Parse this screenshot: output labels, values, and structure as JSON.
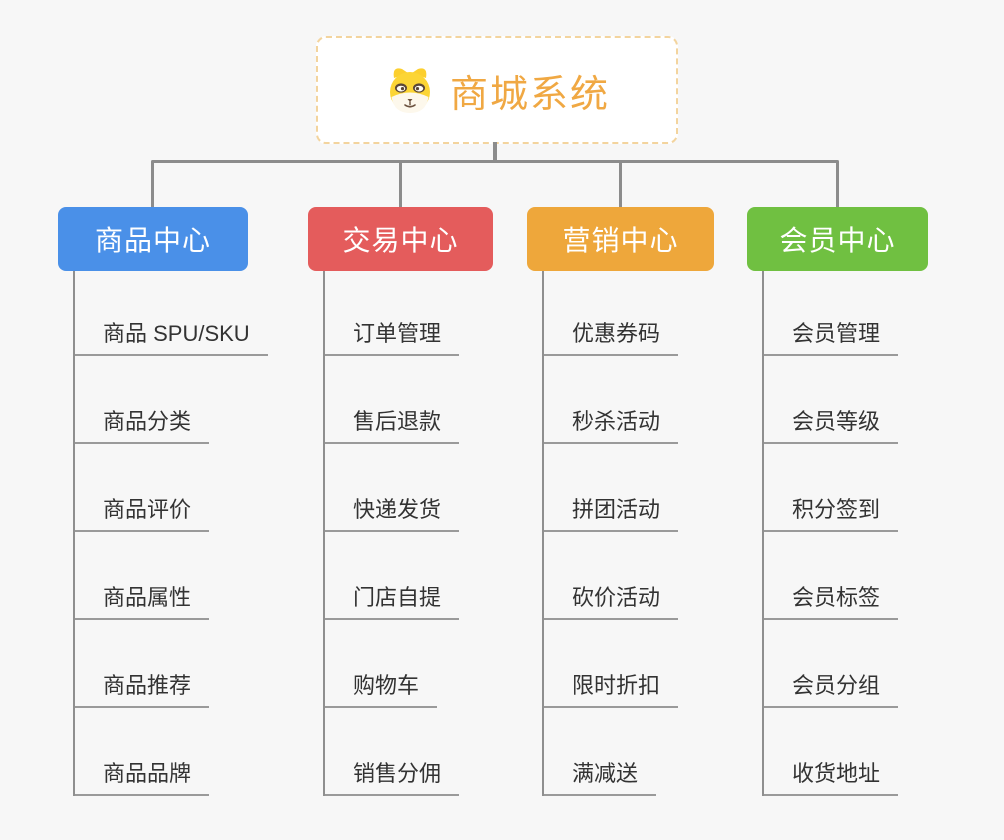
{
  "page": {
    "background": "#f7f7f7",
    "connector_color": "#8c8c8c",
    "underline_color": "#9a9a9a"
  },
  "root": {
    "title": "商城系统",
    "title_color": "#f0a843",
    "border_color": "#f3d49e",
    "icon": "dog-face-icon"
  },
  "branches": [
    {
      "label": "商品中心",
      "color": "#4a90e8",
      "items": [
        "商品 SPU/SKU",
        "商品分类",
        "商品评价",
        "商品属性",
        "商品推荐",
        "商品品牌"
      ]
    },
    {
      "label": "交易中心",
      "color": "#e45c5c",
      "items": [
        "订单管理",
        "售后退款",
        "快递发货",
        "门店自提",
        "购物车",
        "销售分佣"
      ]
    },
    {
      "label": "营销中心",
      "color": "#eea73b",
      "items": [
        "优惠券码",
        "秒杀活动",
        "拼团活动",
        "砍价活动",
        "限时折扣",
        "满减送"
      ]
    },
    {
      "label": "会员中心",
      "color": "#70c041",
      "items": [
        "会员管理",
        "会员等级",
        "积分签到",
        "会员标签",
        "会员分组",
        "收货地址"
      ]
    }
  ]
}
